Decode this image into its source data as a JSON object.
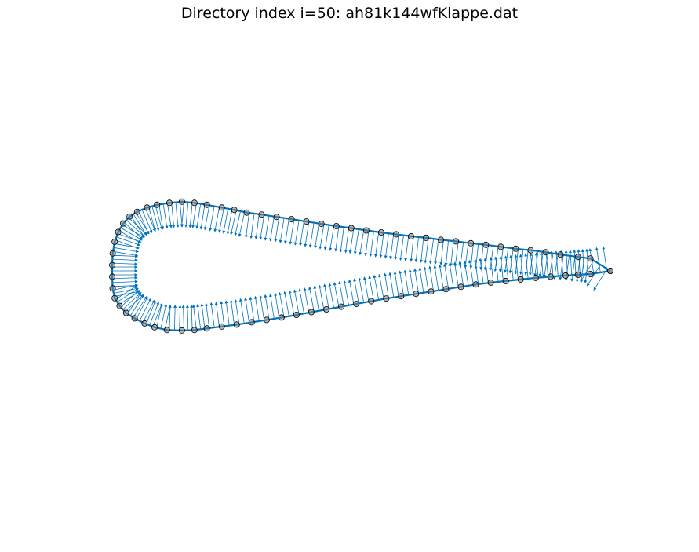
{
  "title": "Directory index i=50: ah81k144wfKlappe.dat",
  "colors": {
    "surface_line": "#0072bd",
    "normal_arrow": "#0072bd",
    "marker_edge": "#000000",
    "marker_face": "#7f7f7f",
    "background": "#ffffff"
  },
  "chart_data": {
    "type": "scatter",
    "axes_visible": false,
    "axis_equal": true,
    "xlim": [
      -0.05,
      1.05
    ],
    "ylim": [
      -0.57,
      0.57
    ],
    "surface_points": [
      [
        1.0,
        0.0
      ],
      [
        0.96,
        0.032
      ],
      [
        0.935,
        0.036
      ],
      [
        0.9,
        0.042
      ],
      [
        0.87,
        0.048
      ],
      [
        0.84,
        0.053
      ],
      [
        0.81,
        0.057
      ],
      [
        0.78,
        0.062
      ],
      [
        0.75,
        0.067
      ],
      [
        0.72,
        0.071
      ],
      [
        0.69,
        0.076
      ],
      [
        0.66,
        0.08
      ],
      [
        0.63,
        0.085
      ],
      [
        0.6,
        0.089
      ],
      [
        0.57,
        0.094
      ],
      [
        0.54,
        0.099
      ],
      [
        0.51,
        0.104
      ],
      [
        0.48,
        0.11
      ],
      [
        0.45,
        0.115
      ],
      [
        0.42,
        0.121
      ],
      [
        0.39,
        0.127
      ],
      [
        0.36,
        0.133
      ],
      [
        0.33,
        0.139
      ],
      [
        0.3,
        0.145
      ],
      [
        0.27,
        0.15
      ],
      [
        0.245,
        0.157
      ],
      [
        0.22,
        0.163
      ],
      [
        0.19,
        0.17
      ],
      [
        0.165,
        0.175
      ],
      [
        0.14,
        0.178
      ],
      [
        0.115,
        0.175
      ],
      [
        0.09,
        0.17
      ],
      [
        0.07,
        0.163
      ],
      [
        0.05,
        0.152
      ],
      [
        0.035,
        0.14
      ],
      [
        0.022,
        0.122
      ],
      [
        0.012,
        0.1
      ],
      [
        0.005,
        0.075
      ],
      [
        0.001,
        0.045
      ],
      [
        0.0,
        0.015
      ],
      [
        0.0,
        -0.015
      ],
      [
        0.001,
        -0.045
      ],
      [
        0.005,
        -0.07
      ],
      [
        0.015,
        -0.09
      ],
      [
        0.028,
        -0.108
      ],
      [
        0.045,
        -0.122
      ],
      [
        0.065,
        -0.135
      ],
      [
        0.085,
        -0.145
      ],
      [
        0.11,
        -0.152
      ],
      [
        0.14,
        -0.153
      ],
      [
        0.165,
        -0.152
      ],
      [
        0.19,
        -0.148
      ],
      [
        0.22,
        -0.143
      ],
      [
        0.25,
        -0.138
      ],
      [
        0.28,
        -0.132
      ],
      [
        0.31,
        -0.126
      ],
      [
        0.34,
        -0.12
      ],
      [
        0.37,
        -0.113
      ],
      [
        0.4,
        -0.106
      ],
      [
        0.43,
        -0.099
      ],
      [
        0.46,
        -0.092
      ],
      [
        0.49,
        -0.085
      ],
      [
        0.52,
        -0.078
      ],
      [
        0.55,
        -0.071
      ],
      [
        0.58,
        -0.065
      ],
      [
        0.61,
        -0.059
      ],
      [
        0.64,
        -0.053
      ],
      [
        0.67,
        -0.047
      ],
      [
        0.7,
        -0.041
      ],
      [
        0.73,
        -0.035
      ],
      [
        0.76,
        -0.03
      ],
      [
        0.79,
        -0.026
      ],
      [
        0.82,
        -0.022
      ],
      [
        0.85,
        -0.018
      ],
      [
        0.88,
        -0.015
      ],
      [
        0.91,
        -0.012
      ],
      [
        0.935,
        -0.01
      ],
      [
        0.96,
        -0.008
      ],
      [
        1.0,
        0.0
      ]
    ],
    "normal_vector_length": 0.05,
    "normals_per_segment": 3
  }
}
